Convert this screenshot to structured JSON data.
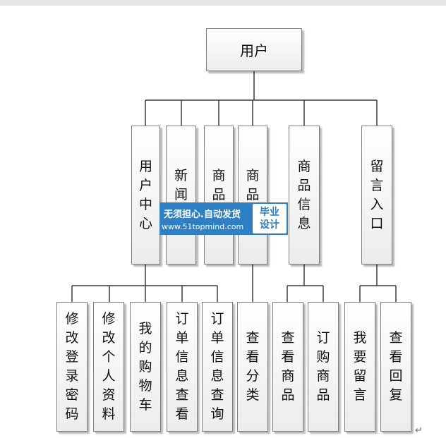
{
  "root": {
    "label": "用户"
  },
  "level1": [
    {
      "id": "user-center",
      "label": "用户中心"
    },
    {
      "id": "news",
      "label": "新闻资"
    },
    {
      "id": "product-search",
      "label": "商品查"
    },
    {
      "id": "product-category",
      "label": "商品分"
    },
    {
      "id": "product-info",
      "label": "商品信息"
    },
    {
      "id": "message-entry",
      "label": "留言入口"
    }
  ],
  "level2": [
    {
      "id": "change-password",
      "parent": "user-center",
      "label": "修改登录密码"
    },
    {
      "id": "edit-profile",
      "parent": "user-center",
      "label": "修改个人资料"
    },
    {
      "id": "my-cart",
      "parent": "user-center",
      "label": "我的购物车"
    },
    {
      "id": "view-order-info",
      "parent": "user-center",
      "label": "订单信息查看"
    },
    {
      "id": "query-order-info",
      "parent": "user-center",
      "label": "订单信息查询"
    },
    {
      "id": "view-category",
      "parent": "product-category",
      "label": "查看分类"
    },
    {
      "id": "view-product",
      "parent": "product-info",
      "label": "查看商品"
    },
    {
      "id": "order-product",
      "parent": "product-info",
      "label": "订购商品"
    },
    {
      "id": "leave-message",
      "parent": "message-entry",
      "label": "我要留言"
    },
    {
      "id": "view-reply",
      "parent": "message-entry",
      "label": "查看回复"
    }
  ],
  "watermark": {
    "line1": "无须担心.自动发货",
    "line2": "www.51topmind.com",
    "tag_line1": "毕业",
    "tag_line2": "设计"
  },
  "paragraph_mark": "↵"
}
